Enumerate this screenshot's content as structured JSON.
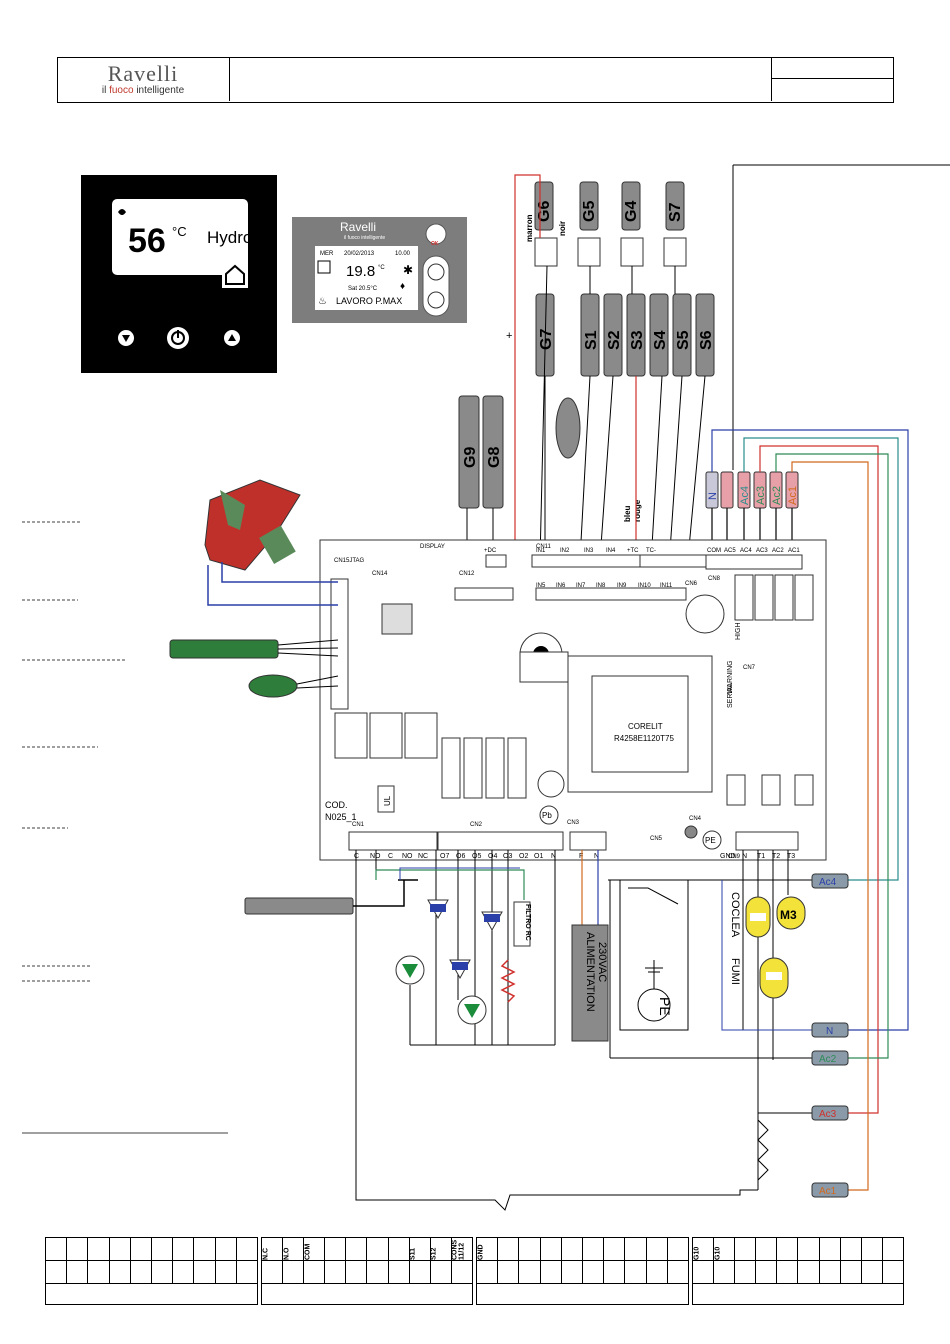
{
  "header": {
    "brand": "Ravelli",
    "tagline_pre": "il ",
    "tagline_red": "fuoco",
    "tagline_post": " intelligente"
  },
  "display_black": {
    "temperature": "56",
    "unit": "°C",
    "mode": "Hydro"
  },
  "display_grey": {
    "brand": "Ravelli",
    "brand_sub": "il fuoco intelligente",
    "date_day": "MER",
    "date": "20/02/2013",
    "time": "10.00",
    "temp": "19.8",
    "temp_unit": "°C",
    "set_line": "Sat 20.5°C",
    "status": "LAVORO P.MAX",
    "ok_label": "OK"
  },
  "probes_top": [
    "G6",
    "G5",
    "G4",
    "S7"
  ],
  "probe_labels": {
    "marron": "marron",
    "noir": "noir",
    "bleu": "bleu",
    "rouge": "rouge",
    "plus": "+"
  },
  "probes_mid": [
    "G7",
    "S1",
    "S2",
    "S3",
    "S4",
    "S5",
    "S6"
  ],
  "probes_left": [
    "G9",
    "G8"
  ],
  "ac_tags": [
    "N",
    "Ac4",
    "Ac3",
    "Ac2",
    "Ac1"
  ],
  "board": {
    "cnl5": "CN15JTAG",
    "cn14": "CN14",
    "cn12": "CN12",
    "display": "DISPLAY",
    "cn11": "CN11",
    "cn2": "CN2",
    "cn3": "CN3",
    "cn1": "CN1",
    "cn8": "CN8",
    "cn7": "CN7",
    "cn6": "CN6",
    "cn4": "CN4",
    "cn5": "CN5",
    "cn9": "CN9",
    "transformer_line1": "CORELIT",
    "transformer_line2": "R4258E1120T75",
    "cod": "COD.",
    "code": "N025_1",
    "voltage_high": "HIGH VOLTAGE",
    "warning": "WARNING",
    "serial": "SERIAL",
    "pe": "PE",
    "pb": "Pb",
    "ul": "UL",
    "bottom_pins_left": [
      "C",
      "NO",
      "C",
      "NO",
      "NC"
    ],
    "bottom_pins_mid": [
      "O7",
      "O6",
      "O5",
      "O4",
      "O3",
      "O2",
      "O1",
      "N"
    ],
    "bottom_pins_cn3": [
      "F",
      "N"
    ],
    "bottom_pins_right": [
      "GND",
      "N",
      "T1",
      "T2",
      "T3"
    ],
    "top_pins_cn11": [
      "+DC",
      "IN1",
      "IN2",
      "IN3",
      "IN4",
      "+TC",
      "TC-"
    ],
    "top_pins_cn11b": [
      "IN5",
      "IN6",
      "IN7",
      "IN8",
      "IN9",
      "IN10",
      "IN11"
    ],
    "top_pins_cn8": [
      "COM",
      "AC5",
      "AC4",
      "AC3",
      "AC2",
      "AC1"
    ]
  },
  "components": {
    "alimentation_line1": "ALIMENTATION",
    "alimentation_line2": "230VAC",
    "coclea": "COCLEA",
    "fumi": "FUMI",
    "m3": "M3",
    "pe": "PE",
    "filtro": "FILTRO RC"
  },
  "right_tags": {
    "ac4": "Ac4",
    "n": "N",
    "ac2": "Ac2",
    "ac3": "Ac3",
    "ac1": "Ac1"
  },
  "bottom_tables": {
    "t2_labels": [
      "N.C",
      "N.O",
      "COM",
      "S11",
      "S12",
      "CONS 11/12"
    ],
    "t3_labels": [
      "GND"
    ],
    "t4_labels": [
      "G10",
      "G10"
    ]
  },
  "colors": {
    "red": "#d0312d",
    "green": "#2e8b57",
    "blue": "#2b3fa8",
    "orange": "#d2691e",
    "teal": "#2a8c8c",
    "probe_grey": "#8a8a8a",
    "ac_pink": "#e8a0a8"
  }
}
